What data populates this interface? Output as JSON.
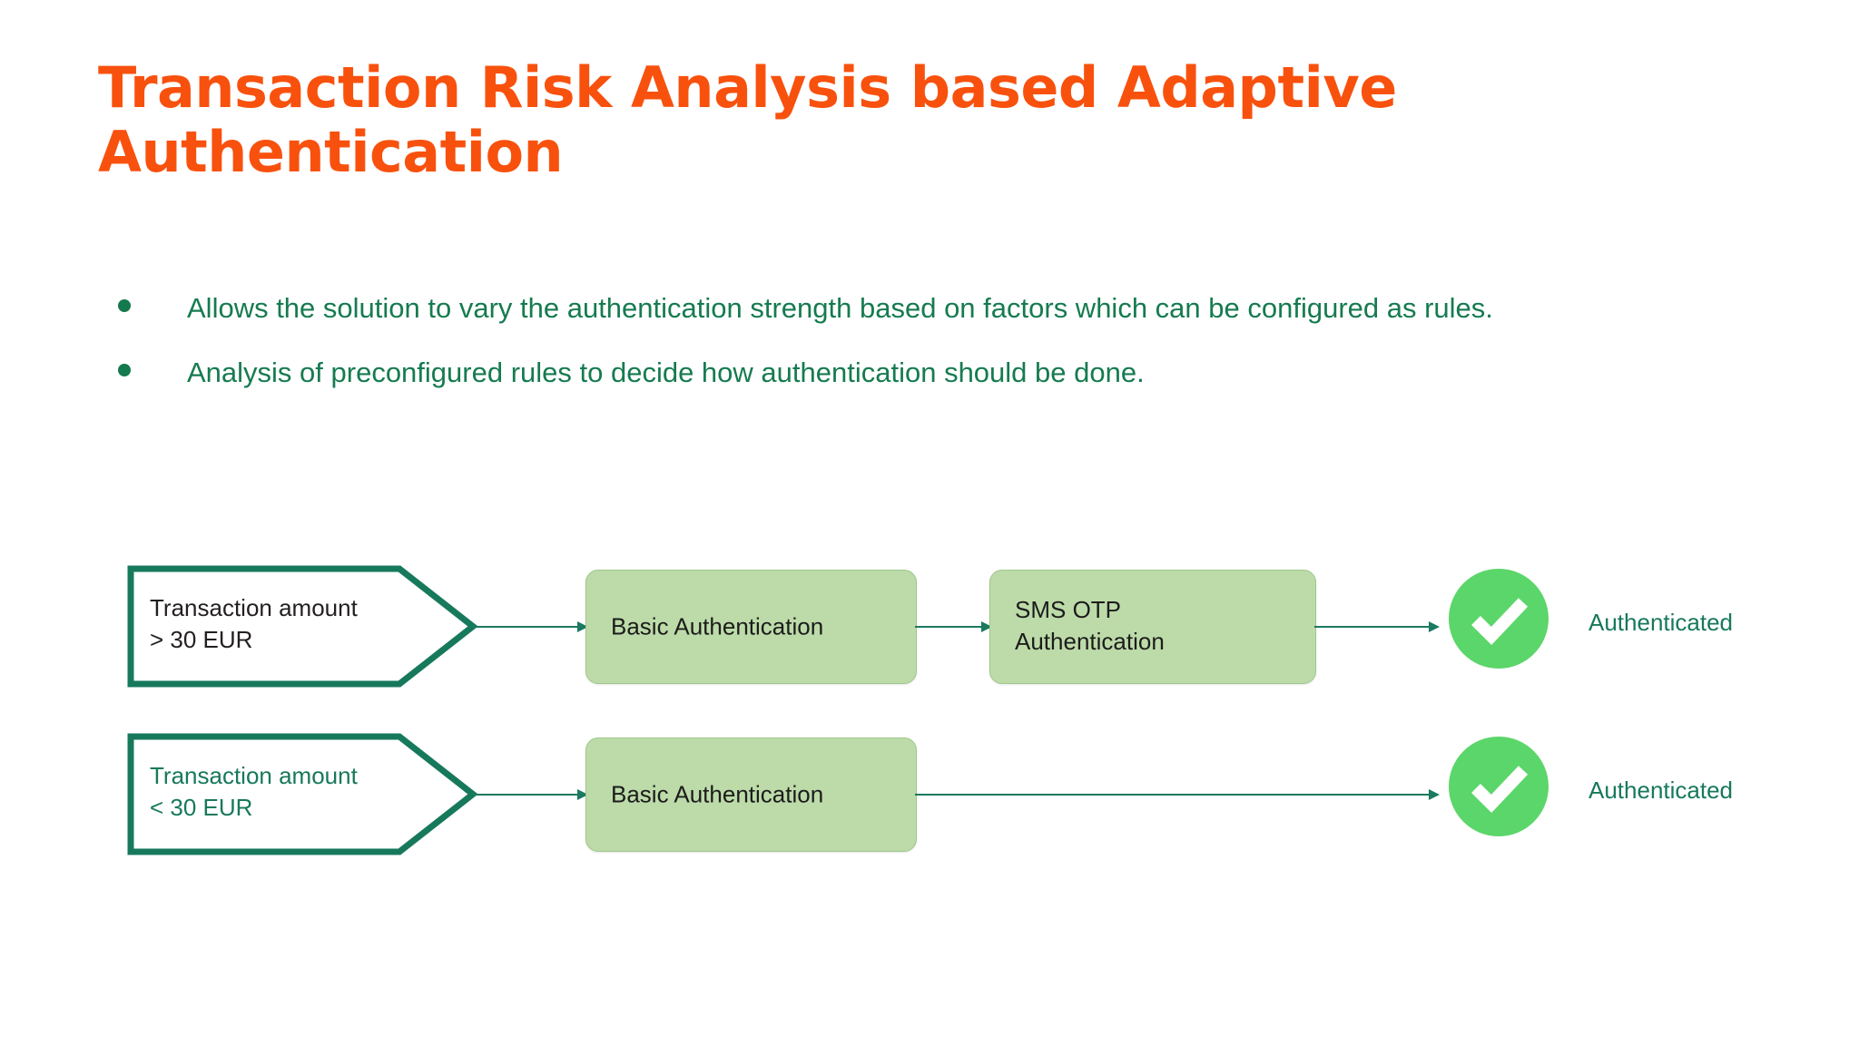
{
  "slide": {
    "title": "Transaction Risk Analysis based Adaptive Authentication",
    "accent_color": "#f8510e",
    "body_color": "#167b50",
    "background": "#ffffff"
  },
  "bullets": [
    {
      "text": "Allows the solution to vary the authentication strength based on factors which can be configured as rules."
    },
    {
      "text": "Analysis of preconfigured rules to decide how authentication should be done."
    }
  ],
  "diagram": {
    "colors": {
      "box_fill": "#bddba9",
      "box_border": "#9fc78a",
      "connector": "#1b7a5f",
      "chevron_border": "#17795b",
      "check_circle": "#5bd66a",
      "check_mark": "#ffffff"
    },
    "rows": [
      {
        "condition": "Transaction amount\n> 30 EUR",
        "condition_text_color": "#231f20",
        "steps": [
          {
            "label": "Basic Authentication"
          },
          {
            "label": "SMS OTP\nAuthentication"
          }
        ],
        "result_icon": "check-circle-icon",
        "result": "Authenticated"
      },
      {
        "condition": "Transaction amount\n< 30 EUR",
        "condition_text_color": "#17795b",
        "steps": [
          {
            "label": "Basic Authentication"
          }
        ],
        "result_icon": "check-circle-icon",
        "result": "Authenticated"
      }
    ]
  }
}
